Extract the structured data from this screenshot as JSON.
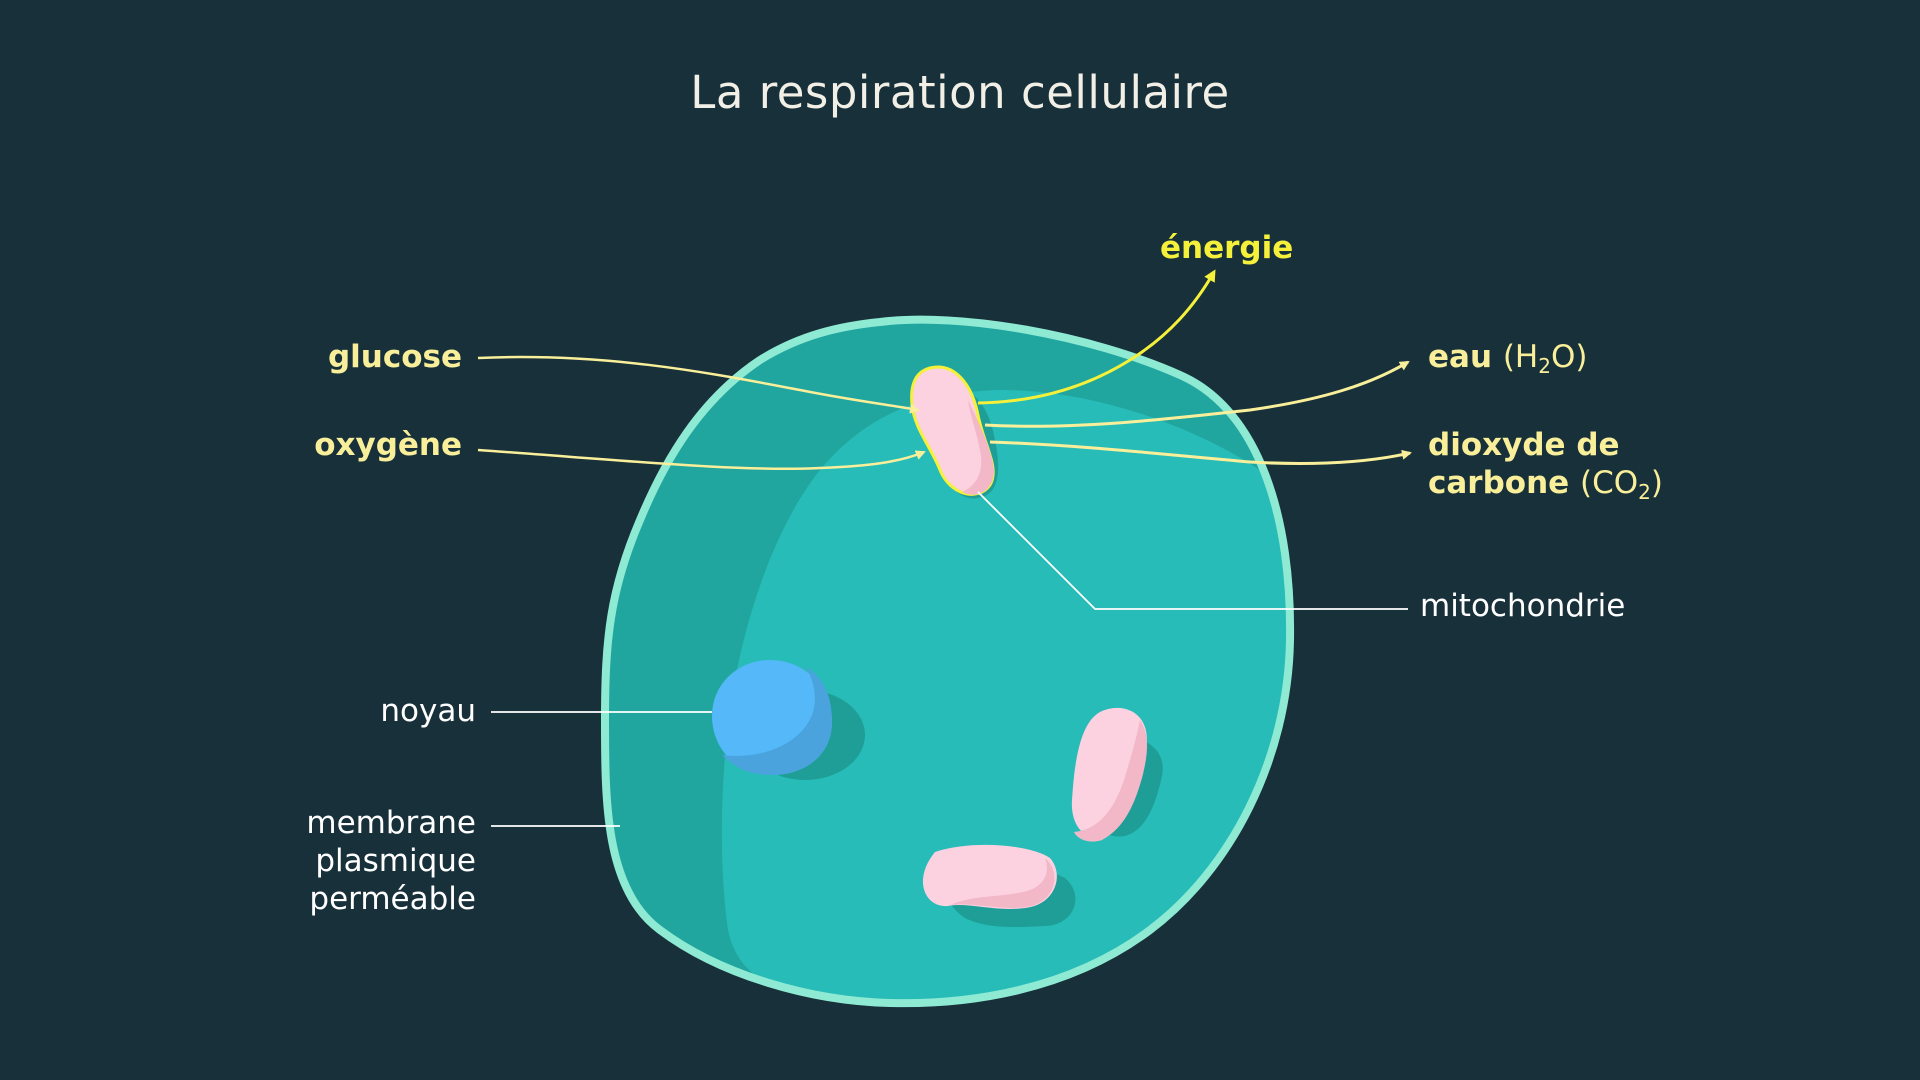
{
  "title": "La respiration cellulaire",
  "inputs": {
    "glucose": "glucose",
    "oxygen": "oxygène"
  },
  "outputs": {
    "energy": "énergie",
    "water": {
      "name": "eau",
      "formula_open": "(H",
      "formula_sub": "2",
      "formula_close": "O)"
    },
    "co2": {
      "name_line1": "dioxyde de",
      "name_line2": "carbone",
      "formula_open": "(CO",
      "formula_sub": "2",
      "formula_close": ")"
    }
  },
  "labels": {
    "mitochondria": "mitochondrie",
    "nucleus": "noyau",
    "membrane_line1": "membrane",
    "membrane_line2": "plasmique",
    "membrane_line3": "perméable"
  },
  "colors": {
    "background": "#17303a",
    "cytoplasm": "#27bcb8",
    "cytoplasm_shade": "#21a69f",
    "membrane": "#8eead3",
    "nucleus": "#55b8f8",
    "mitochondria": "#fcd2e1",
    "input_labels": "#f9ef9a",
    "energy": "#f5f03a"
  }
}
